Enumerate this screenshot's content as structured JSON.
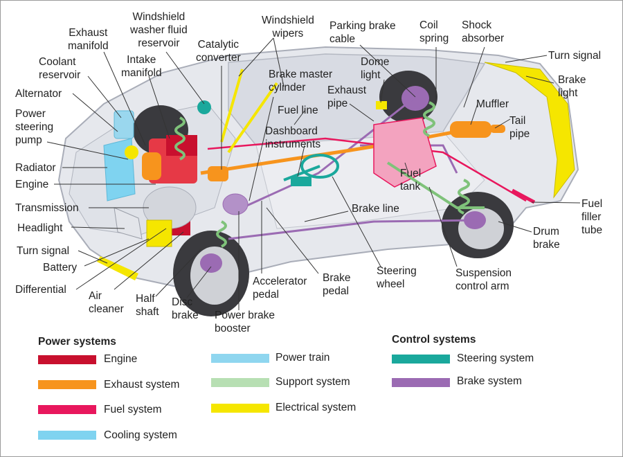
{
  "labels": {
    "exhaust_manifold": "Exhaust\nmanifold",
    "windshield_washer": "Windshield\nwasher fluid\nreservoir",
    "intake_manifold": "Intake\nmanifold",
    "catalytic_converter": "Catalytic\nconverter",
    "windshield_wipers": "Windshield\nwipers",
    "parking_brake_cable": "Parking brake\ncable",
    "coil_spring": "Coil\nspring",
    "shock_absorber": "Shock\nabsorber",
    "turn_signal_rear": "Turn signal",
    "brake_light": "Brake\nlight",
    "coolant_reservoir": "Coolant\nreservoir",
    "alternator": "Alternator",
    "power_steering_pump": "Power\nsteering\npump",
    "radiator": "Radiator",
    "engine": "Engine",
    "transmission": "Transmission",
    "headlight": "Headlight",
    "turn_signal_front": "Turn signal",
    "battery": "Battery",
    "differential": "Differential",
    "air_cleaner": "Air\ncleaner",
    "half_shaft": "Half\nshaft",
    "disc_brake": "Disc\nbrake",
    "power_brake_booster": "Power brake\nbooster",
    "accelerator_pedal": "Accelerator\npedal",
    "brake_pedal": "Brake\npedal",
    "steering_wheel": "Steering\nwheel",
    "suspension_control_arm": "Suspension\ncontrol arm",
    "drum_brake": "Drum\nbrake",
    "fuel_filler_tube": "Fuel\nfiller\ntube",
    "brake_line": "Brake line",
    "fuel_tank": "Fuel\ntank",
    "muffler": "Muffler",
    "tail_pipe": "Tail\npipe",
    "dome_light": "Dome\nlight",
    "exhaust_pipe": "Exhaust\npipe",
    "brake_master_cylinder": "Brake master\ncylinder",
    "fuel_line": "Fuel line",
    "dashboard_instruments": "Dashboard\ninstruments"
  },
  "legend": {
    "power_title": "Power systems",
    "control_title": "Control systems",
    "power_items": [
      {
        "label": "Engine",
        "color": "#c8102e"
      },
      {
        "label": "Exhaust system",
        "color": "#f7941d"
      },
      {
        "label": "Fuel system",
        "color": "#e8175d"
      },
      {
        "label": "Cooling system",
        "color": "#7fd3f0"
      },
      {
        "label": "Power train",
        "color": "#8fd6ef"
      },
      {
        "label": "Support system",
        "color": "#b7dfb3"
      },
      {
        "label": "Electrical system",
        "color": "#f5e600"
      }
    ],
    "control_items": [
      {
        "label": "Steering system",
        "color": "#1aa89c"
      },
      {
        "label": "Brake system",
        "color": "#9b6bb3"
      }
    ]
  }
}
